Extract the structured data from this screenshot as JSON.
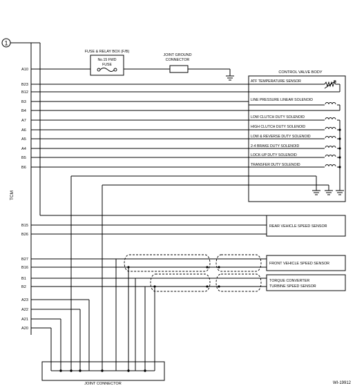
{
  "diagram": {
    "ref_number": "1",
    "tcm_label": "TCM",
    "fuse_box_title": "FUSE & RELAY BOX (F/B)",
    "fuse_label_1": "No.15 FWD",
    "fuse_label_2": "FUSE",
    "joint_ground_1": "JOINT GROUND",
    "joint_ground_2": "CONNECTOR",
    "cvb_title": "CONTROL VALVE BODY",
    "components": {
      "atf_sensor": "ATF TEMPERATURE SENSOR",
      "line_pressure": "LINE PRESSURE LINEAR SOLENOID",
      "low_clutch": "LOW CLUTCH DUTY SOLENOID",
      "high_clutch": "HIGH CLUTCH DUTY SOLENOID",
      "low_reverse": "LOW & REVERSE DUTY SOLENOID",
      "brake_24": "2-4 BRAKE DUTY SOLENOID",
      "lockup": "LOCK-UP DUTY SOLENOID",
      "transfer": "TRANSFER DUTY SOLENOID",
      "rear_speed": "REAR VEHICLE SPEED SENSOR",
      "front_speed": "FRONT VEHICLE SPEED SENSOR",
      "torque_1": "TORQUE CONVERTER",
      "torque_2": "TURBINE SPEED SENSOR"
    },
    "pins": {
      "a10": "A10",
      "b23": "B23",
      "b12": "B12",
      "b3": "B3",
      "b4": "B4",
      "a7": "A7",
      "a6": "A6",
      "a5": "A5",
      "a4": "A4",
      "b5": "B5",
      "b6": "B6",
      "b15": "B15",
      "b26": "B26",
      "b27": "B27",
      "b16": "B16",
      "b1": "B1",
      "b2": "B2",
      "a23": "A23",
      "a22": "A22",
      "a21": "A21",
      "a20": "A20"
    },
    "joint_connector": "JOINT CONNECTOR",
    "figure_id": "WI-19912"
  }
}
